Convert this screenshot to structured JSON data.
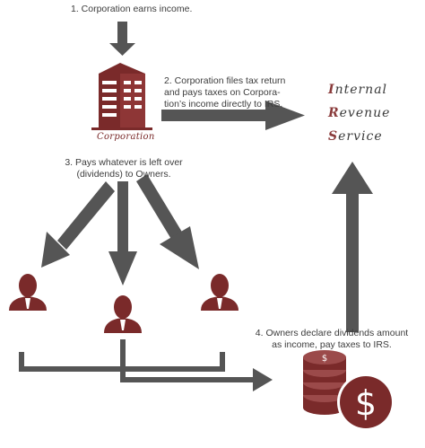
{
  "captions": {
    "step1": "1. Corporation earns income.",
    "step2_line1": "2. Corporation files tax return",
    "step2_line2": "and pays taxes on Corpora-",
    "step2_line3": "tion’s income directly to IRS.",
    "step3_line1": "3. Pays whatever is left over",
    "step3_line2": "(dividends) to Owners.",
    "step4_line1": "4. Owners declare dividends amount",
    "step4_line2": "as income, pay taxes to IRS."
  },
  "corporation_label": "Corporation",
  "irs": {
    "line1_initial": "I",
    "line1_rest": "nternal",
    "line2_initial": "R",
    "line2_rest": "evenue",
    "line3_initial": "S",
    "line3_rest": "ervice"
  },
  "colors": {
    "arrow": "#555555",
    "brand": "#7a2a2a",
    "brand_light": "#9b4a4a",
    "text": "#3a3a3a"
  }
}
